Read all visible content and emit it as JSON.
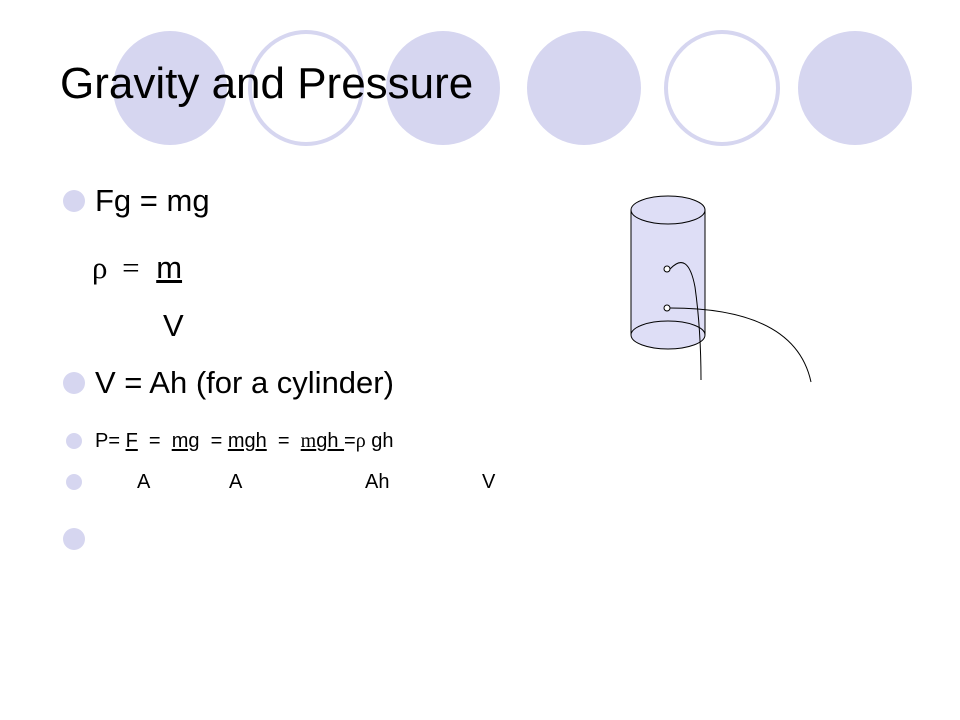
{
  "slide": {
    "title": "Gravity and Pressure",
    "bullet1": "Fg = mg",
    "density": {
      "symbol": "ρ",
      "eq": "=",
      "numerator": "m",
      "denominator": "V"
    },
    "bullet2": "V = Ah (for a cylinder)",
    "pressure_line": {
      "p1": "P= ",
      "p2": "F",
      "p3": "  =  ",
      "p4": "mg",
      "p5": "  = ",
      "p6": "mgh",
      "p7": "  =  ",
      "p8": "m",
      "p9": "gh ",
      "p10": "=",
      "p11": "ρ",
      "p12": " gh"
    },
    "denominators": {
      "d1": "A",
      "d2": "A",
      "d3": "Ah",
      "d4": "V"
    }
  },
  "colors": {
    "circle_fill": "#d6d6f0",
    "circle_stroke": "#d6d6f0",
    "cylinder_fill": "#dedef6"
  }
}
